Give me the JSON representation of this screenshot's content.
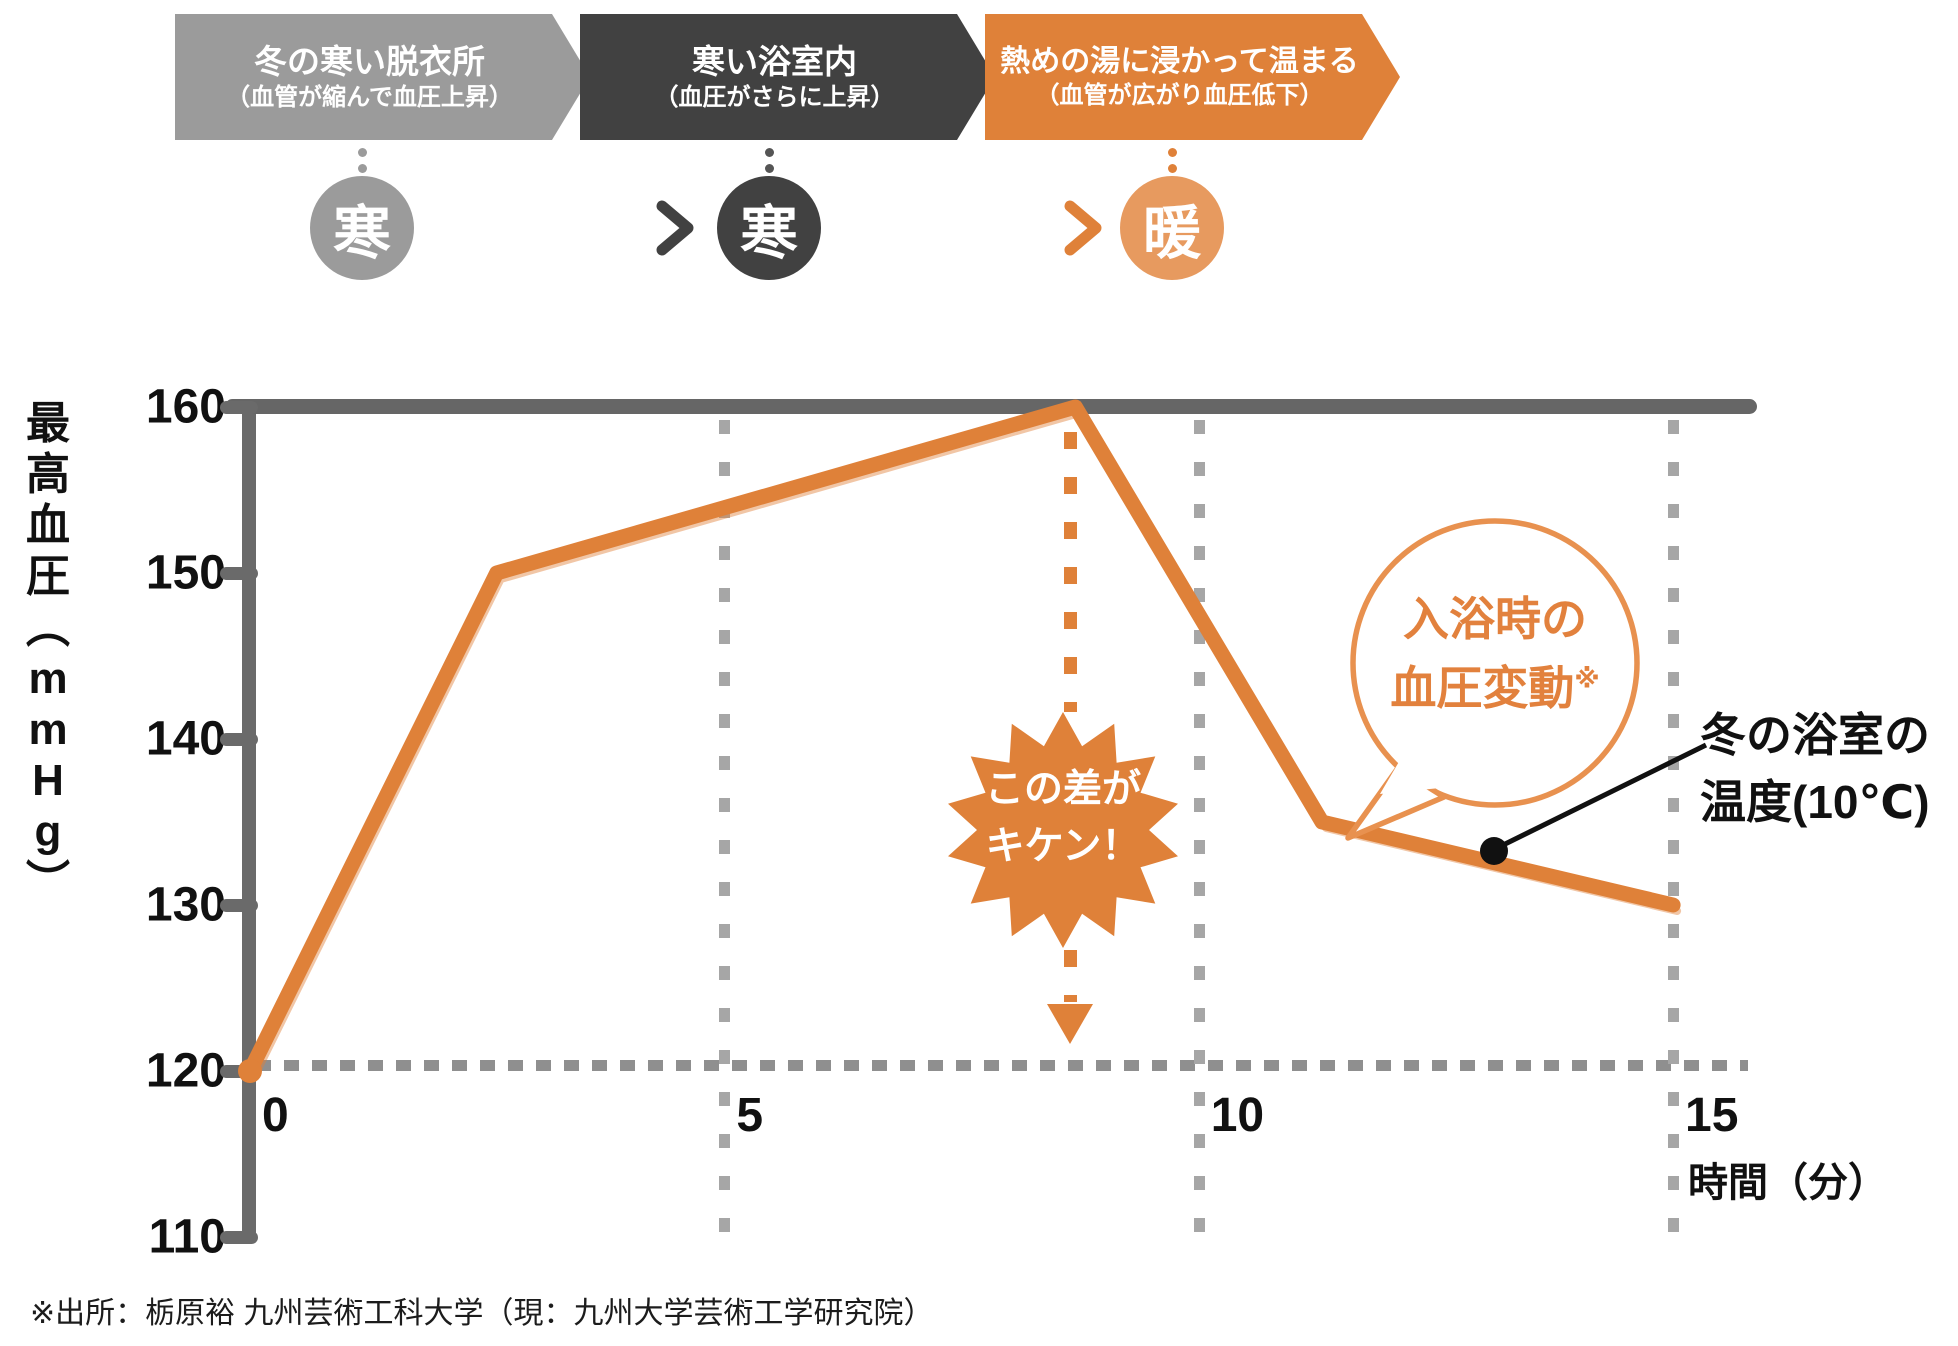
{
  "flow": {
    "steps": [
      {
        "title": "冬の寒い脱衣所",
        "subtitle": "（血管が縮んで血圧上昇）",
        "badge": "寒",
        "color": "#9B9B9B"
      },
      {
        "title": "寒い浴室内",
        "subtitle": "（血圧がさらに上昇）",
        "badge": "寒",
        "color": "#414141"
      },
      {
        "title": "熱めの湯に浸かって温まる",
        "subtitle": "（血管が広がり血圧低下）",
        "badge": "暖",
        "color": "#DF8139"
      }
    ]
  },
  "chart_data": {
    "type": "line",
    "title": "",
    "ylabel": "最高血圧（mmHg）",
    "xlabel": "時間（分）",
    "points": [
      [
        0,
        120
      ],
      [
        2.6,
        150
      ],
      [
        8.7,
        160
      ],
      [
        11.3,
        135
      ],
      [
        15,
        130
      ]
    ],
    "x": [
      0,
      2.6,
      8.7,
      11.3,
      15
    ],
    "y": [
      120,
      150,
      160,
      135,
      130
    ],
    "xticks": [
      0,
      5,
      10,
      15
    ],
    "yticks": [
      160,
      150,
      140,
      130,
      120,
      110
    ],
    "xlim": [
      0,
      15
    ],
    "ylim": [
      110,
      160
    ],
    "grid": "dotted vertical at x=5,10,15; dotted horizontal at y=120; solid line at y=160",
    "legend": "none",
    "series_color": "#DF8139",
    "marker": {
      "x": 13.1,
      "y": 133,
      "label": "冬の浴室の温度(10℃)"
    }
  },
  "annotations": {
    "danger_line1": "この差が",
    "danger_line2": "キケン！",
    "bubble_line1": "入浴時の",
    "bubble_line2": "血圧変動",
    "bubble_sup": "※",
    "temp_line1": "冬の浴室の",
    "temp_line2": "温度(10℃)"
  },
  "source": "※出所：栃原裕 九州芸術工科大学（現：九州大学芸術工学研究院）",
  "colors": {
    "orange": "#DF8139",
    "orange_light": "#E79A5F",
    "gray": "#9B9B9B",
    "dark_gray": "#414141",
    "axis": "#6A6A6A",
    "grid": "#A6A6A6",
    "text": "#1C1C1C",
    "bubble_stroke": "#E8914F"
  }
}
